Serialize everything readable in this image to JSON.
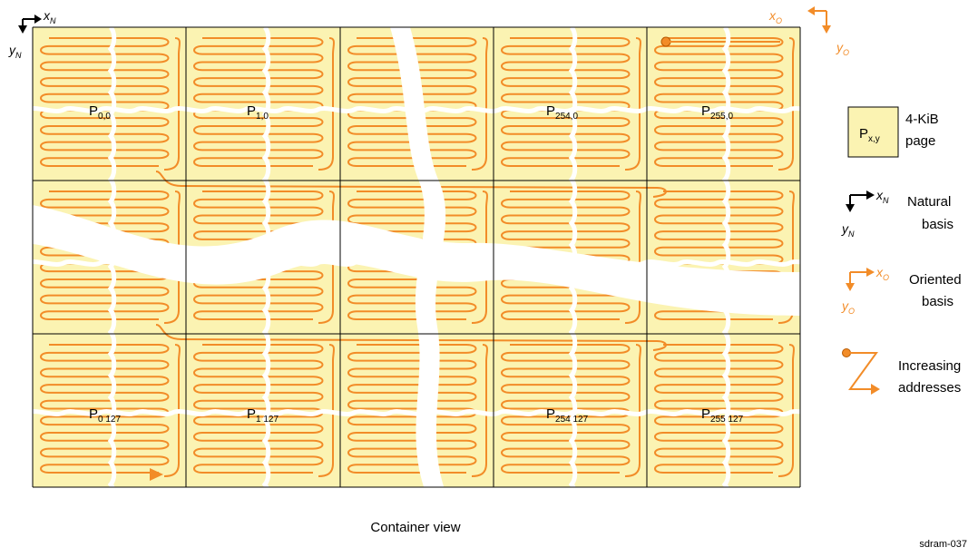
{
  "diagram": {
    "caption": "Container view",
    "figure_id": "sdram-037",
    "natural_axis": {
      "x": "x",
      "x_sub": "N",
      "y": "y",
      "y_sub": "N"
    },
    "oriented_axis": {
      "x": "x",
      "x_sub": "O",
      "y": "y",
      "y_sub": "O"
    },
    "pages": {
      "row0": [
        {
          "name": "P",
          "sub": "0,0"
        },
        {
          "name": "P",
          "sub": "1,0"
        },
        {
          "name": "P",
          "sub": ""
        },
        {
          "name": "P",
          "sub": "254,0"
        },
        {
          "name": "P",
          "sub": "255,0"
        }
      ],
      "row2": [
        {
          "name": "P",
          "sub": "0 127"
        },
        {
          "name": "P",
          "sub": "1 127"
        },
        {
          "name": "P",
          "sub": ""
        },
        {
          "name": "P",
          "sub": "254 127"
        },
        {
          "name": "P",
          "sub": "255 127"
        }
      ]
    }
  },
  "legend": {
    "page_symbol": {
      "name": "P",
      "sub": "x,y"
    },
    "page_line1": "4-KiB",
    "page_line2": "page",
    "natural_line1": "Natural",
    "natural_line2": "basis",
    "oriented_line1": "Oriented",
    "oriented_line2": "basis",
    "increasing_line1": "Increasing",
    "increasing_line2": "addresses"
  },
  "colors": {
    "page_fill": "#fbf3b2",
    "accent": "#f28c28",
    "grid": "#000000",
    "break": "#ffffff"
  }
}
